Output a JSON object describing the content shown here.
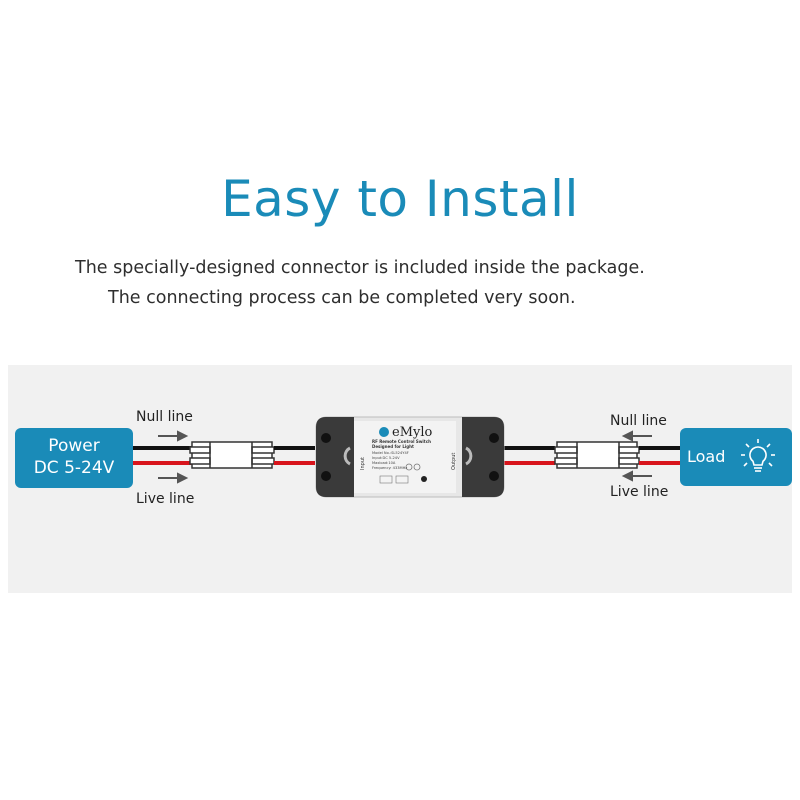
{
  "heading": {
    "title": "Easy to Install",
    "line1": "The specially-designed connector is included inside the package.",
    "line2": "The connecting process can be completed very soon."
  },
  "diagram": {
    "power": {
      "line1": "Power",
      "line2": "DC 5-24V"
    },
    "load": {
      "label": "Load",
      "icon": "light-bulb-icon"
    },
    "left_null": "Null line",
    "left_live": "Live line",
    "right_null": "Null line",
    "right_live": "Live line",
    "device": {
      "brand": "eMylo",
      "line1": "RF Remote Control Switch",
      "line2": "Designed for Light",
      "line3": "Model No.:SL524Y4F",
      "line4": "Input:DC 5-24V",
      "line5": "Maxload:10A",
      "line6": "Frequency: 433MHz",
      "input_label": "Input",
      "output_label": "Output"
    },
    "colors": {
      "accent": "#1a8bb8",
      "wire_red": "#d8141c",
      "wire_black": "#111111",
      "panel": "#f1f1f1"
    }
  }
}
